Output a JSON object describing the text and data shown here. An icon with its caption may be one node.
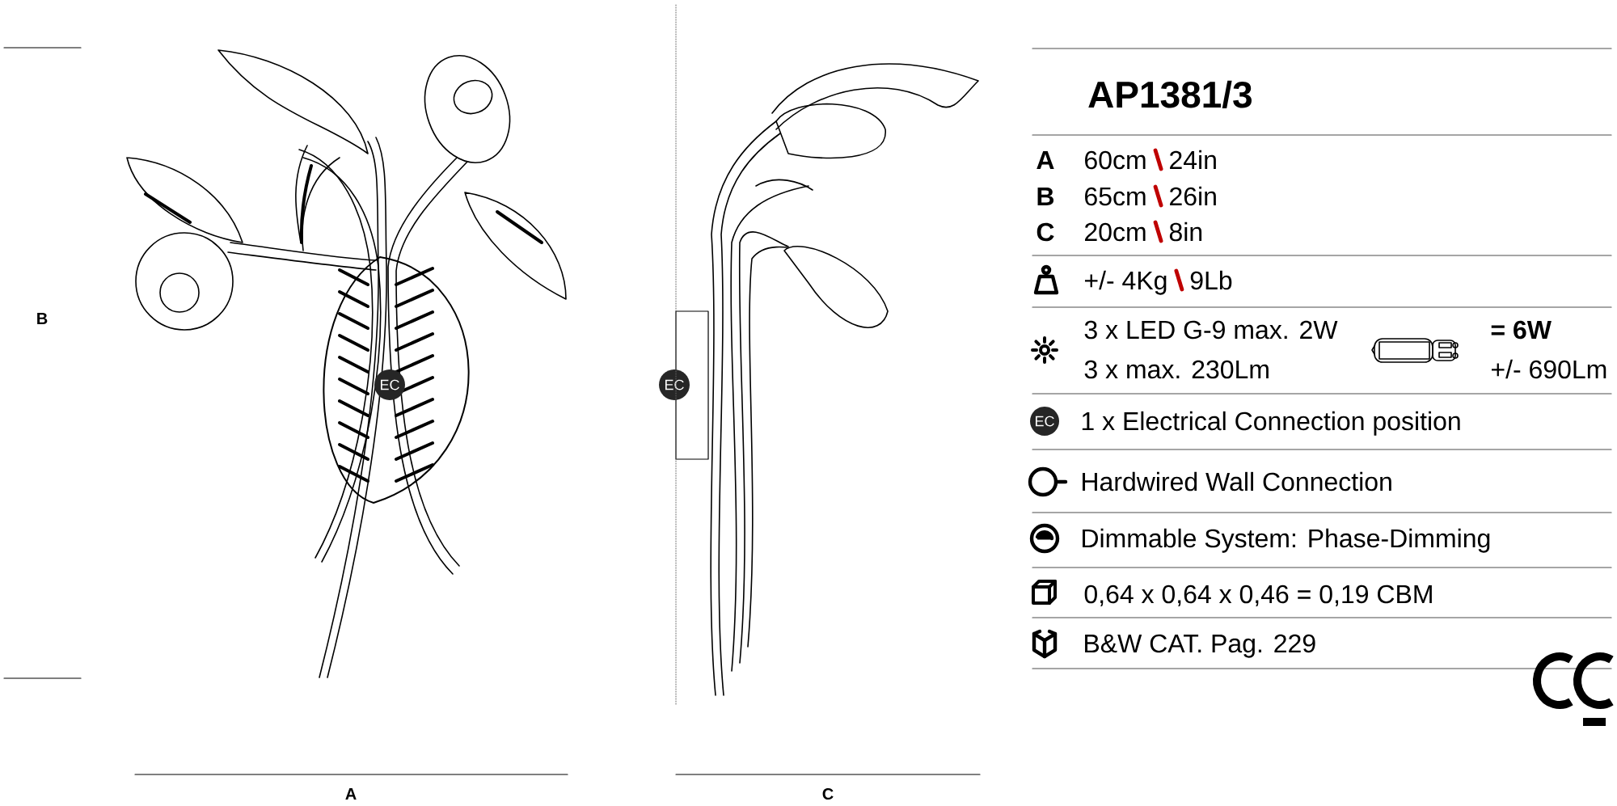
{
  "diagram": {
    "title": "AP1381/3",
    "labels": [
      "B",
      "EC",
      "EC",
      "A",
      "60cm",
      "24in",
      "B",
      "65cm",
      "26in",
      "C",
      "20cm",
      "8in",
      "+/- 4Kg",
      "9Lb",
      "3 x LED G-9 max. 2W",
      "= 6W",
      "3 x max. 230Lm",
      "+/- 690Lm",
      "EC",
      "1 x Electrical Connection position",
      "Hardwired Wall Connection",
      "Dimmable System: Phase-Dimming",
      "0,64 x 0,64 x 0,46 = 0,19 CBM",
      "B&W CAT. Pag. 229",
      "A",
      "C"
    ]
  }
}
